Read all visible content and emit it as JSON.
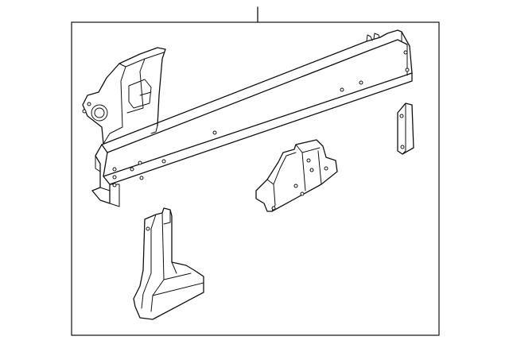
{
  "diagram": {
    "parts": [
      {
        "id": "rocker-rail",
        "icon": "rocker-rail-assembly-icon"
      },
      {
        "id": "pillar-reinforcement",
        "icon": "pillar-reinforcement-icon"
      },
      {
        "id": "small-bracket",
        "icon": "small-bracket-icon"
      },
      {
        "id": "lower-pillar-extension",
        "icon": "lower-pillar-extension-icon"
      }
    ],
    "colors": {
      "line": "#111111",
      "background": "#ffffff"
    }
  }
}
